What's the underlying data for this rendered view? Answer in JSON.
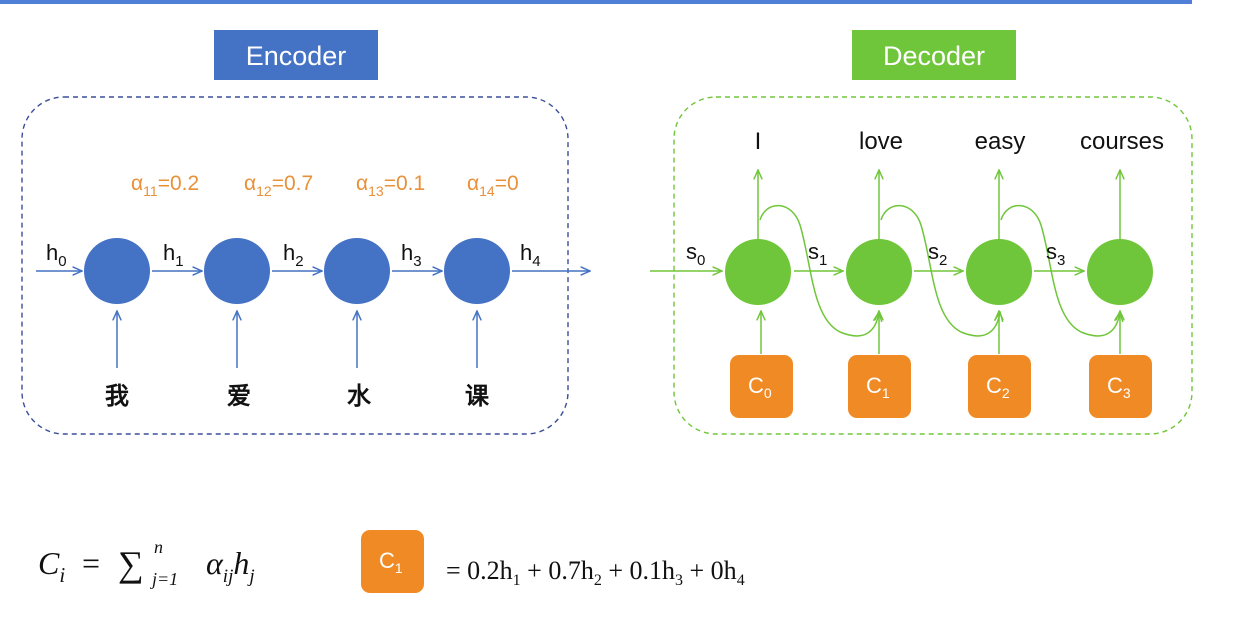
{
  "encoder": {
    "title": "Encoder",
    "hidden_labels": [
      {
        "base": "h",
        "sub": "0"
      },
      {
        "base": "h",
        "sub": "1"
      },
      {
        "base": "h",
        "sub": "2"
      },
      {
        "base": "h",
        "sub": "3"
      },
      {
        "base": "h",
        "sub": "4"
      }
    ],
    "inputs": [
      "我",
      "爱",
      "水",
      "课"
    ],
    "alphas": [
      {
        "sym": "α",
        "sub": "11",
        "val": "=0.2"
      },
      {
        "sym": "α",
        "sub": "12",
        "val": "=0.7"
      },
      {
        "sym": "α",
        "sub": "13",
        "val": "=0.1"
      },
      {
        "sym": "α",
        "sub": "14",
        "val": "=0"
      }
    ]
  },
  "decoder": {
    "title": "Decoder",
    "outputs": [
      "I",
      "love",
      "easy",
      "courses"
    ],
    "state_labels": [
      {
        "base": "s",
        "sub": "0"
      },
      {
        "base": "s",
        "sub": "1"
      },
      {
        "base": "s",
        "sub": "2"
      },
      {
        "base": "s",
        "sub": "3"
      }
    ],
    "contexts": [
      {
        "base": "C",
        "sub": "0"
      },
      {
        "base": "C",
        "sub": "1"
      },
      {
        "base": "C",
        "sub": "2"
      },
      {
        "base": "C",
        "sub": "3"
      }
    ]
  },
  "formula": {
    "lhs": {
      "base": "C",
      "sub": "i"
    },
    "eq": "=",
    "sum": {
      "sym": "∑",
      "sup": "n",
      "sub": "j=1"
    },
    "term": {
      "a": "α",
      "a_sub": "ij",
      "h": "h",
      "h_sub": "j"
    },
    "box": {
      "base": "C",
      "sub": "1"
    },
    "rhs": [
      {
        "text": "= 0.2h",
        "sub": "1"
      },
      {
        "text": " + 0.7h",
        "sub": "2"
      },
      {
        "text": " + 0.1h",
        "sub": "3"
      },
      {
        "text": " + 0h",
        "sub": "4"
      }
    ]
  },
  "colors": {
    "encoder_blue": "#4472C4",
    "decoder_green": "#70C63A",
    "context_orange": "#F08A24",
    "alpha_orange": "#E8913A",
    "top_bar": "#4F7FD6"
  }
}
